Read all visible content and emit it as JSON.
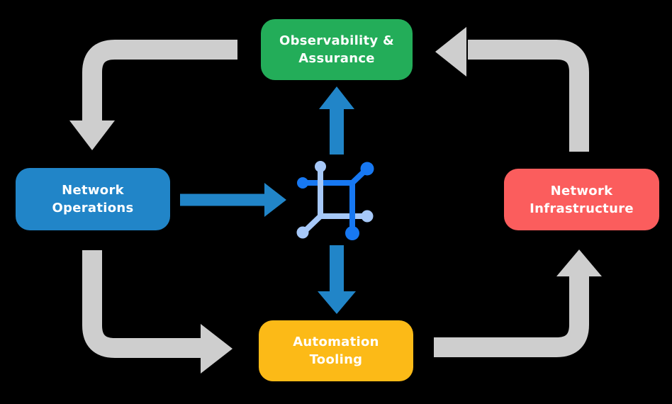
{
  "diagram": {
    "background": "#000000",
    "colors": {
      "observability_green": "#23ad59",
      "operations_blue": "#2185c8",
      "infrastructure_red": "#fb5d5d",
      "automation_yellow": "#fcba17",
      "cycle_arrow_gray": "#cecece",
      "flow_arrow_blue": "#2185c8",
      "icon_bright_blue": "#1778f2",
      "icon_light_blue": "#a6c8f8",
      "label_text": "#ffffff"
    },
    "nodes": {
      "observability": {
        "line1": "Observability &",
        "line2": "Assurance"
      },
      "operations": {
        "line1": "Network",
        "line2": "Operations"
      },
      "infrastructure": {
        "line1": "Network",
        "line2": "Infrastructure"
      },
      "automation": {
        "line1": "Automation",
        "line2": "Tooling"
      }
    },
    "center_icon": "network-mesh-icon",
    "cycle_arrows": [
      "observability-to-operations",
      "operations-to-automation",
      "automation-to-infrastructure",
      "infrastructure-to-observability"
    ],
    "flow_arrows": [
      "operations-to-center",
      "center-to-observability",
      "center-to-automation"
    ]
  }
}
